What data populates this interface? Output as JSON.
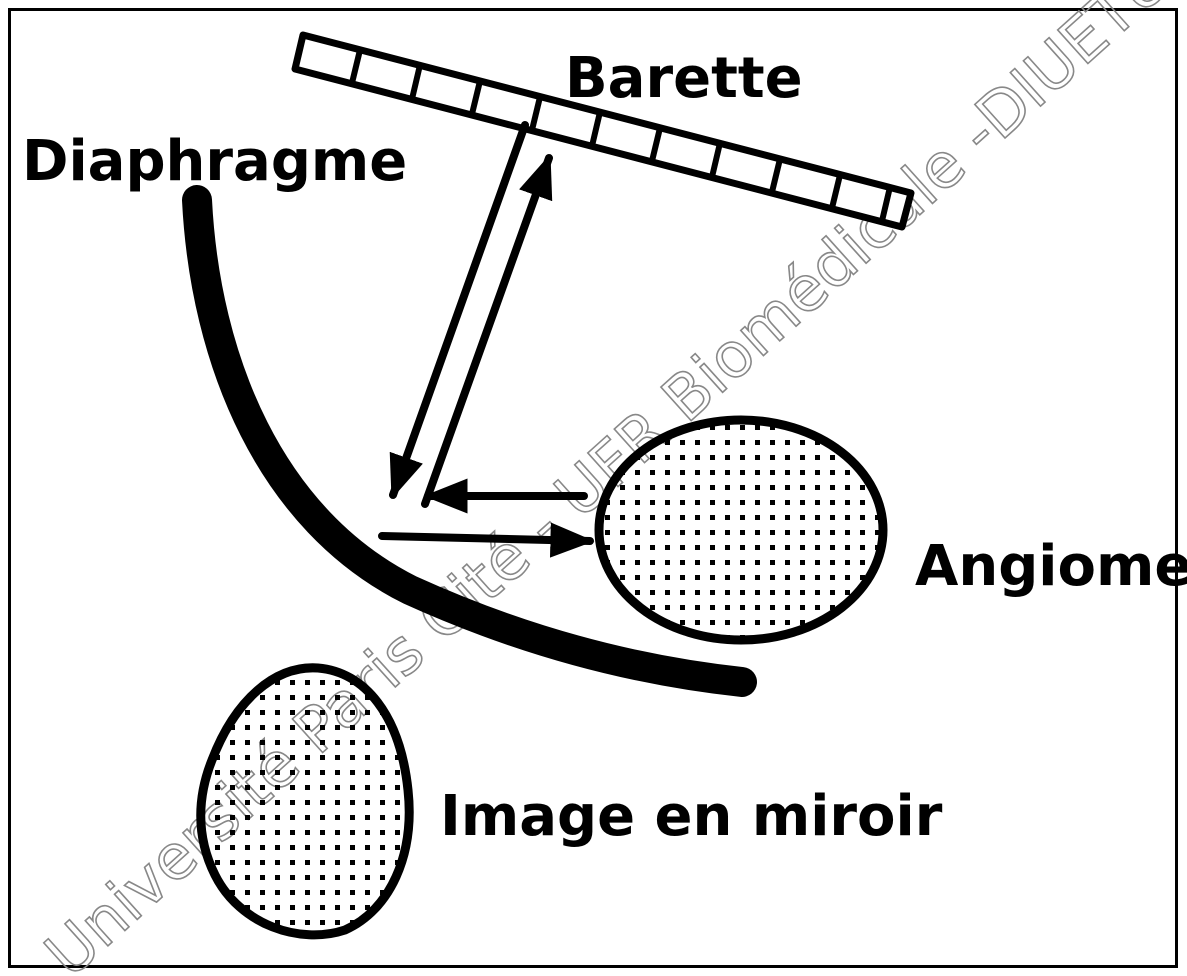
{
  "diagram": {
    "labels": {
      "barette": "Barette",
      "diaphragme": "Diaphragme",
      "angiome": "Angiome",
      "mirror_image": "Image en miroir"
    },
    "watermark": "Université Paris Cité - UFR Biomédicale -DIUETUS ET DIUE"
  }
}
